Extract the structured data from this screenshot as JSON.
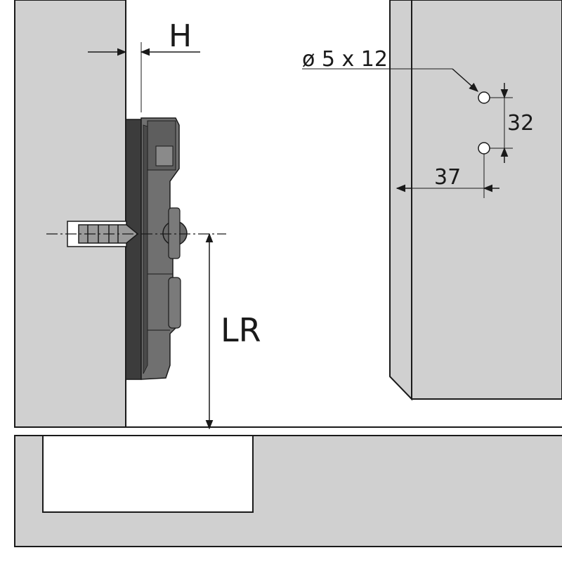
{
  "diagram": {
    "labels": {
      "h": "H",
      "lr": "LR",
      "hole_spec": "ø 5 x 12",
      "dim_32": "32",
      "dim_37": "37"
    },
    "colors": {
      "panel": "#d0d0d0",
      "outline": "#1a1a1a",
      "background": "#ffffff",
      "plate_dark": "#4a4a4a",
      "plate_mid": "#6b6b6b",
      "plate_edge": "#2e2e2e",
      "dowel": "#9a9a9a"
    }
  }
}
